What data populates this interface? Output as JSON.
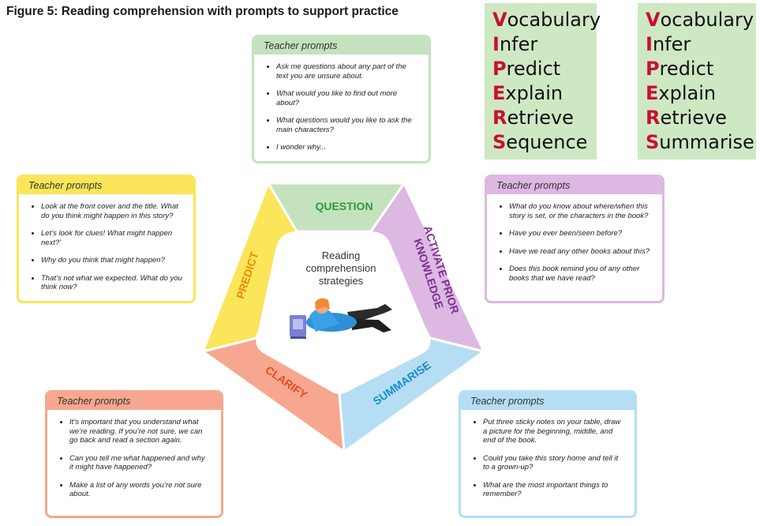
{
  "figure_title": "Figure 5: Reading comprehension with prompts to support practice",
  "viper_left": [
    {
      "cap": "V",
      "rest": "ocabulary"
    },
    {
      "cap": "I",
      "rest": "nfer"
    },
    {
      "cap": "P",
      "rest": "redict"
    },
    {
      "cap": "E",
      "rest": "xplain"
    },
    {
      "cap": "R",
      "rest": "etrieve"
    },
    {
      "cap": "S",
      "rest": "equence"
    }
  ],
  "viper_right": [
    {
      "cap": "V",
      "rest": "ocabulary"
    },
    {
      "cap": "I",
      "rest": "nfer"
    },
    {
      "cap": "P",
      "rest": "redict"
    },
    {
      "cap": "E",
      "rest": "xplain"
    },
    {
      "cap": "R",
      "rest": "etrieve"
    },
    {
      "cap": "S",
      "rest": "ummarise"
    }
  ],
  "center_text": [
    "Reading",
    "comprehension",
    "strategies"
  ],
  "segments": {
    "question": "QUESTION",
    "activate": [
      "ACTIVATE PRIOR",
      "KNOWLEDGE"
    ],
    "summarise": "SUMMARISE",
    "clarify": "CLARIFY",
    "predict": "PREDICT"
  },
  "colors": {
    "question": "#c5e2be",
    "activate": "#dcb8e2",
    "summarise": "#b5def4",
    "clarify": "#f7a78f",
    "predict": "#fbe55a",
    "question_text": "#2f9a3a",
    "activate_text": "#7b2f93",
    "summarise_text": "#1a8cc8",
    "clarify_text": "#e84a23",
    "predict_text": "#f08a00"
  },
  "cards": {
    "question": {
      "heading": "Teacher prompts",
      "items": [
        "Ask me questions about any part of the text you are unsure about.",
        "What would you like to find out more about?",
        "What questions would you like to ask the main characters?",
        "I wonder why..."
      ]
    },
    "predict": {
      "heading": "Teacher prompts",
      "items": [
        "Look at the front cover and the title. What do you think might happen in this story?",
        "Let’s look for clues! What might happen next?’",
        "Why do you think that might happen?",
        "That’s not what we expected. What do you think now?"
      ]
    },
    "activate": {
      "heading": "Teacher prompts",
      "items": [
        "What do you know about where/when this story is set, or the characters in the book?",
        "Have you ever been/seen before?",
        "Have we read any other books about this?",
        "Does this book remind you of any other books that we have read?"
      ]
    },
    "clarify": {
      "heading": "Teacher prompts",
      "items": [
        "It’s important that you understand what we’re reading. If you’re not sure, we can go back and read a section again.",
        "Can you tell me what happened and why it might have happened?",
        "Make a list of any words you’re not sure about."
      ]
    },
    "summarise": {
      "heading": "Teacher prompts",
      "items": [
        "Put three sticky notes on your table, draw a picture for the beginning, middle, and end of the book.",
        "Could you take this story home and tell it to a grown-up?",
        "What are the most important things to remember?"
      ]
    }
  }
}
